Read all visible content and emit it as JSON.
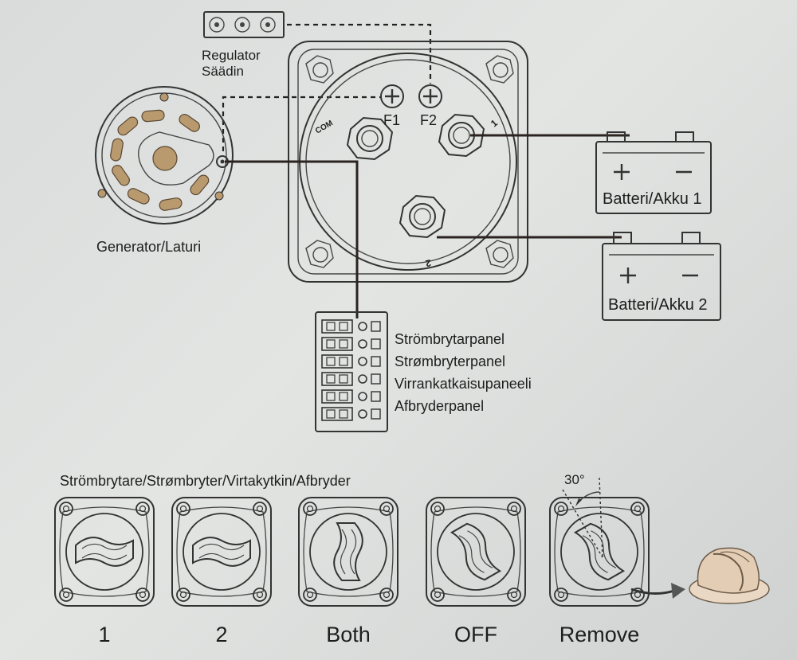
{
  "labels": {
    "regulator": "Regulator",
    "regulator_fi": "Säädin",
    "generator": "Generator/Laturi",
    "f1": "F1",
    "f2": "F2",
    "com": "COM",
    "terminal_1": "1",
    "terminal_2": "2",
    "battery1": "Batteri/Akku 1",
    "battery2": "Batteri/Akku 2",
    "panel_se": "Strömbrytarpanel",
    "panel_no": "Strømbryterpanel",
    "panel_fi": "Virrankatkaisupaneeli",
    "panel_dk": "Afbryderpanel",
    "switch_heading": "Strömbrytare/Strømbryter/Virtakytkin/Afbryder",
    "angle": "30°"
  },
  "switch_positions": [
    {
      "label": "1",
      "knob_rotation_deg": 0
    },
    {
      "label": "2",
      "knob_rotation_deg": 0
    },
    {
      "label": "Both",
      "knob_rotation_deg": 90
    },
    {
      "label": "OFF",
      "knob_rotation_deg": 60
    },
    {
      "label": "Remove",
      "knob_rotation_deg": 60
    }
  ],
  "colors": {
    "background": "#dcdfde",
    "generator_slot": "#b99a6f",
    "wire": "#2a2320"
  }
}
